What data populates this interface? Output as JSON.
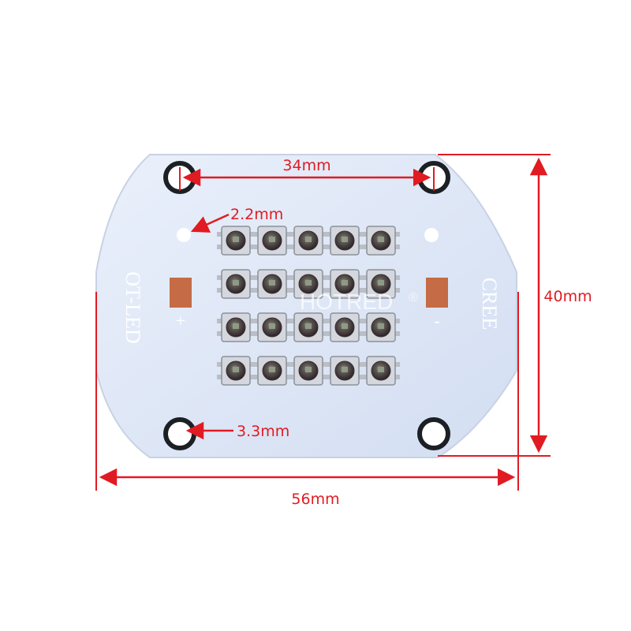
{
  "dimensions": {
    "top_span": "34mm",
    "side_height": "40mm",
    "bottom_span": "56mm",
    "small_hole": "2.2mm",
    "mount_hole": "3.3mm"
  },
  "board_text": {
    "left_label": "OT-LED",
    "right_label": "CREE",
    "plus": "+",
    "minus": "-",
    "watermark": "HOTRED",
    "registered": "®"
  },
  "led_grid": {
    "rows": 4,
    "cols": 5
  },
  "colors": {
    "board": "#dfe8f8",
    "pad": "#c56b45",
    "dimension": "#e11b22",
    "led_body": "#d4d7dd",
    "led_lens": "#5a3d4a"
  }
}
